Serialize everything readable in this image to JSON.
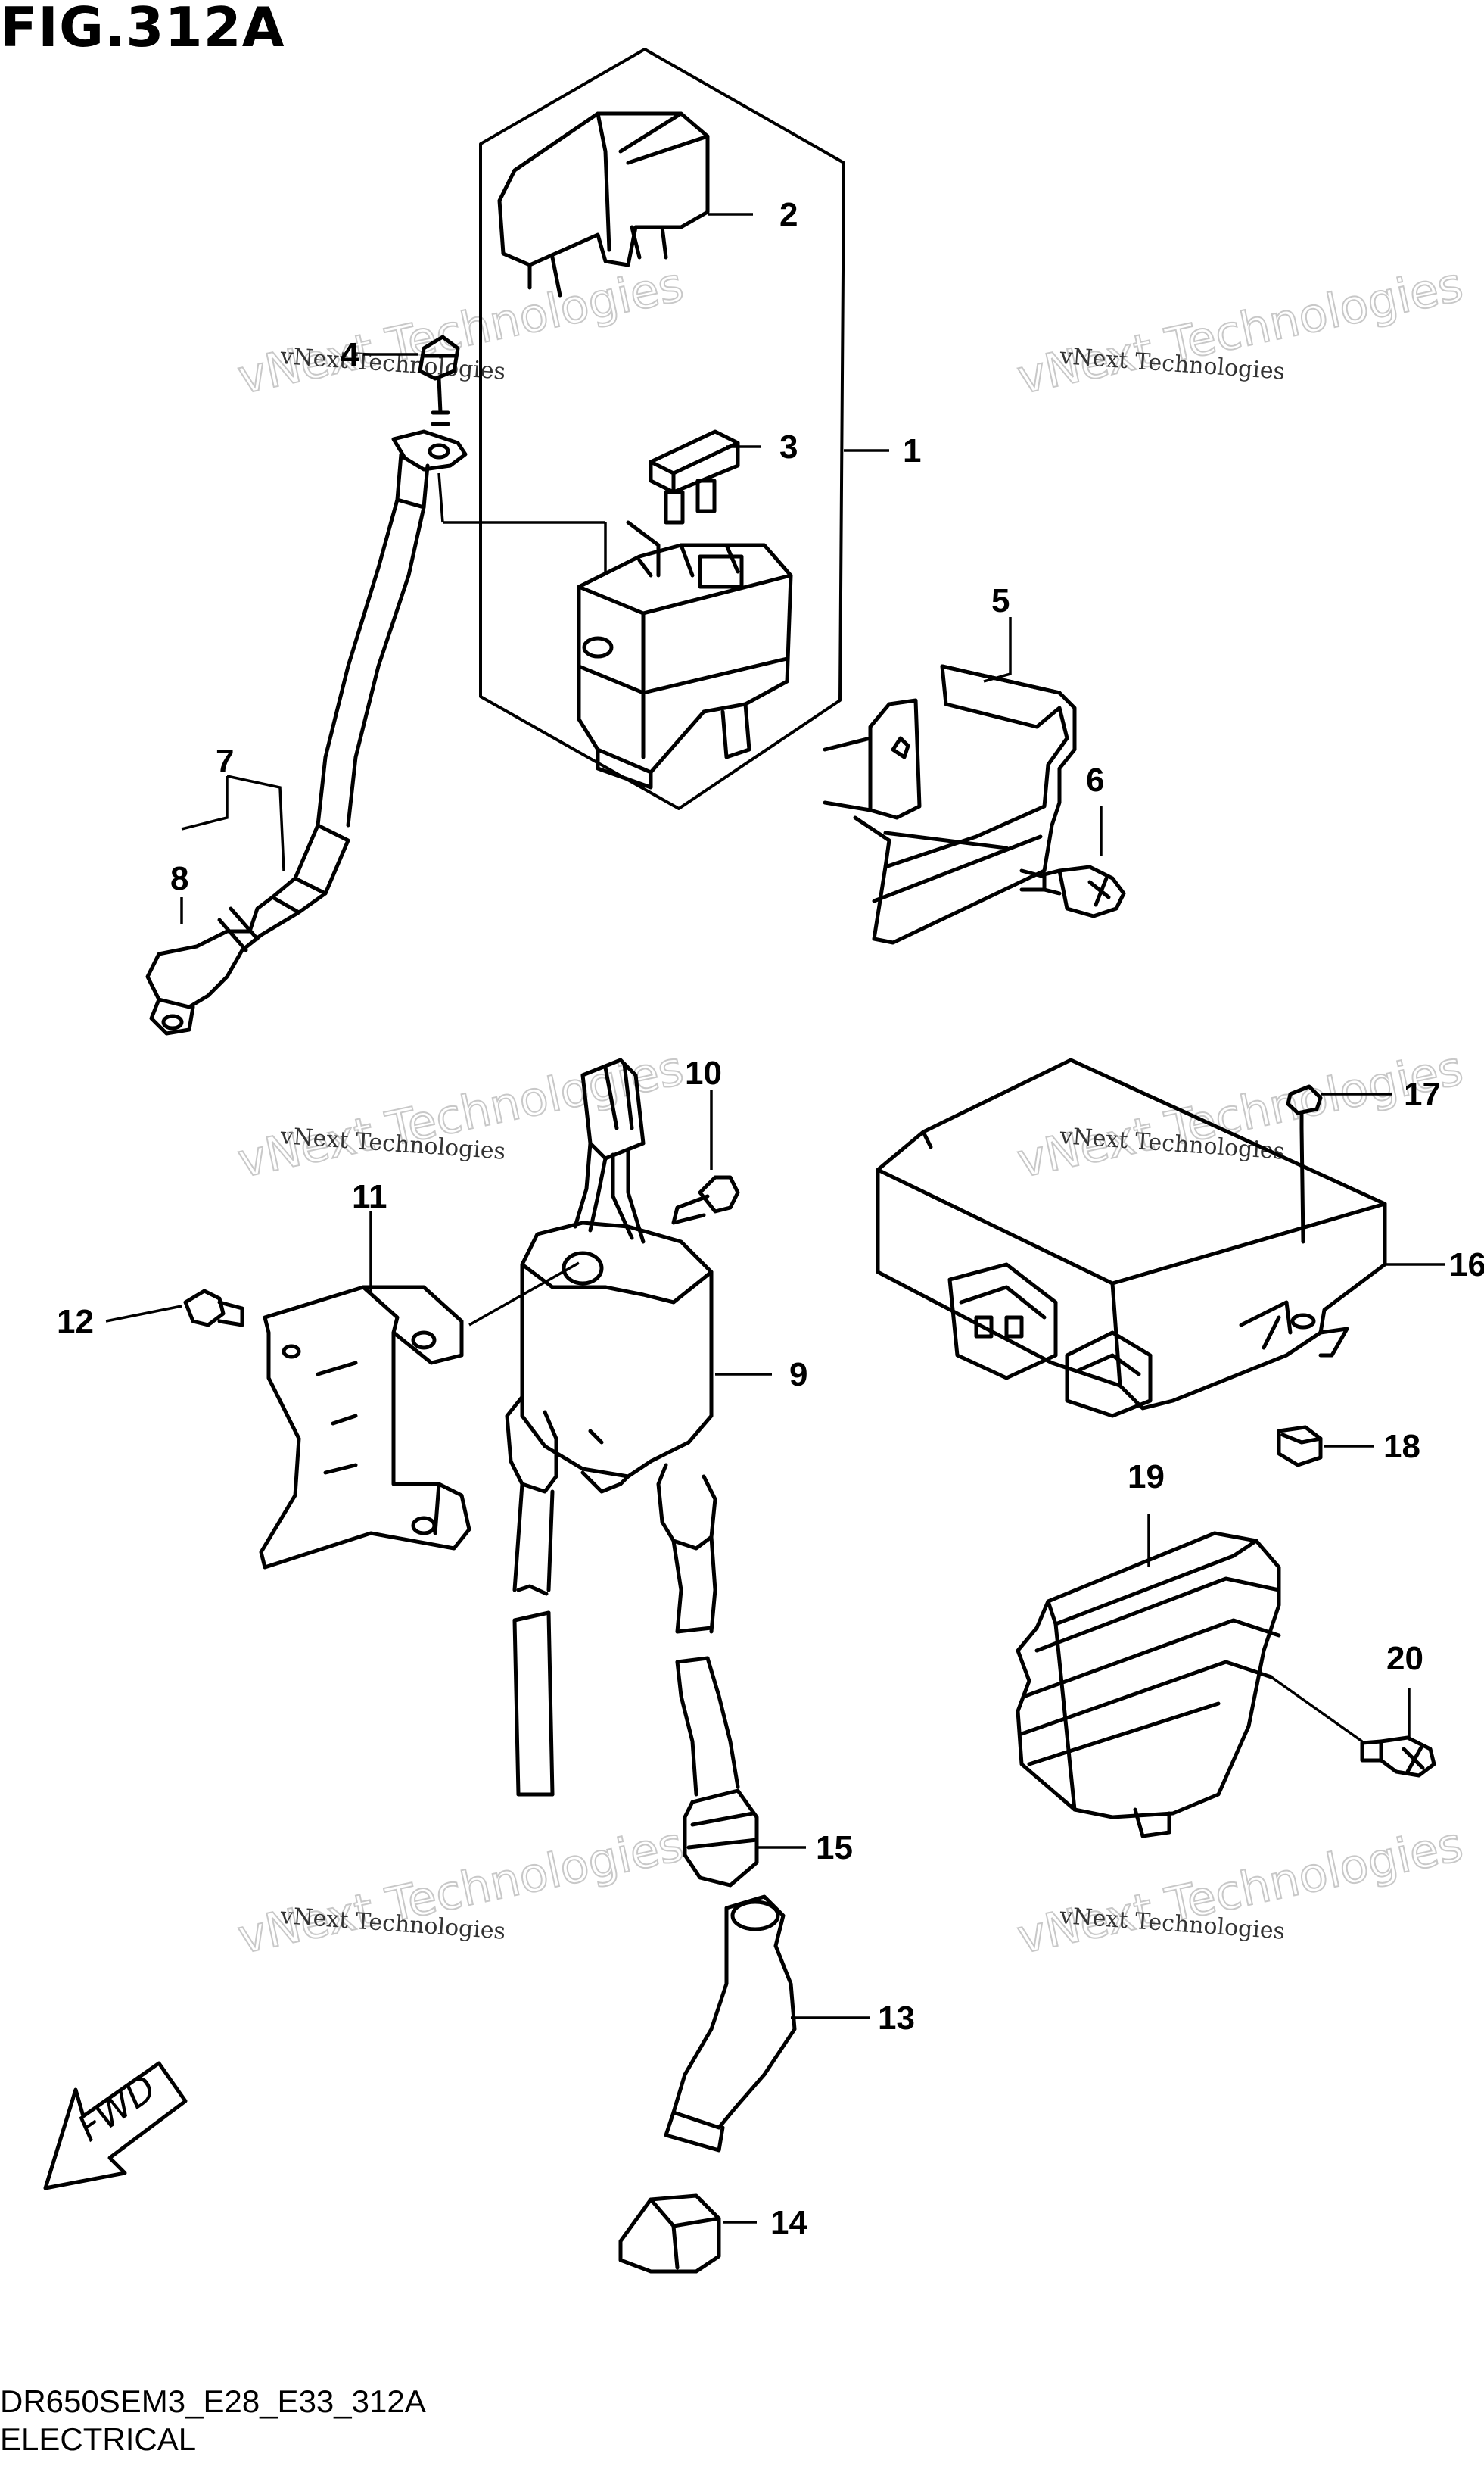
{
  "figure": {
    "title": "FIG.312A",
    "code": "DR650SEM3_E28_E33_312A",
    "caption": "ELECTRICAL"
  },
  "watermark": {
    "line1": "vNext Technologies",
    "line2": "vNext Technologies"
  },
  "direction_label": "FWD",
  "callouts": [
    "1",
    "2",
    "3",
    "4",
    "5",
    "6",
    "7",
    "8",
    "9",
    "10",
    "11",
    "12",
    "13",
    "14",
    "15",
    "16",
    "17",
    "18",
    "19",
    "20"
  ]
}
